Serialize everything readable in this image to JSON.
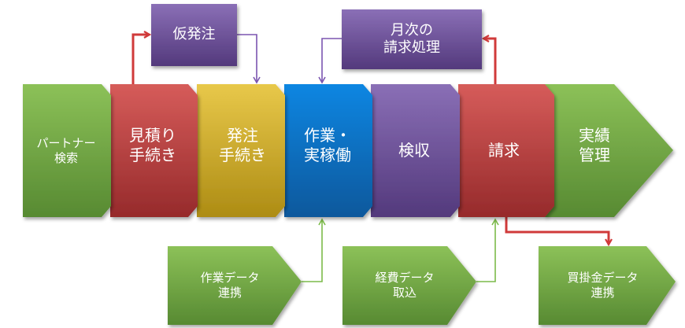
{
  "title": "パートナー業務フロー",
  "process_steps": [
    {
      "id": "partner-search",
      "label": "パートナー\n検索",
      "color": "#6fa040"
    },
    {
      "id": "estimate",
      "label": "見積り\n手続き",
      "color": "#c0393b"
    },
    {
      "id": "order",
      "label": "発注\n手続き",
      "color": "#d8b424"
    },
    {
      "id": "work",
      "label": "作業・\n実稼働",
      "color": "#0a74cc"
    },
    {
      "id": "inspection",
      "label": "検収",
      "color": "#6a4e9a"
    },
    {
      "id": "billing",
      "label": "請求",
      "color": "#c0393b"
    },
    {
      "id": "results",
      "label": "実績\n管理",
      "color": "#6fa040"
    }
  ],
  "side_boxes": [
    {
      "id": "provisional-order",
      "label": "仮発注",
      "color": "#6a4e9a"
    },
    {
      "id": "monthly-billing",
      "label": "月次の\n請求処理",
      "color": "#6a4e9a"
    }
  ],
  "data_boxes": [
    {
      "id": "work-data",
      "label": "作業データ\n連携",
      "color": "#6fa040"
    },
    {
      "id": "expense-data",
      "label": "経費データ\n取込",
      "color": "#6fa040"
    },
    {
      "id": "payable-data",
      "label": "買掛金データ\n連携",
      "color": "#6fa040"
    }
  ],
  "connectors": [
    {
      "from": "estimate",
      "to": "provisional-order",
      "color": "#d03a3a"
    },
    {
      "from": "provisional-order",
      "to": "order",
      "color": "#7b55b0"
    },
    {
      "from": "monthly-billing",
      "to": "work",
      "color": "#7b55b0"
    },
    {
      "from": "billing",
      "to": "monthly-billing",
      "color": "#d03a3a"
    },
    {
      "from": "work-data",
      "to": "work",
      "color": "#7cbb4a"
    },
    {
      "from": "expense-data",
      "to": "billing",
      "color": "#7cbb4a"
    },
    {
      "from": "billing",
      "to": "payable-data",
      "color": "#d03a3a"
    }
  ]
}
